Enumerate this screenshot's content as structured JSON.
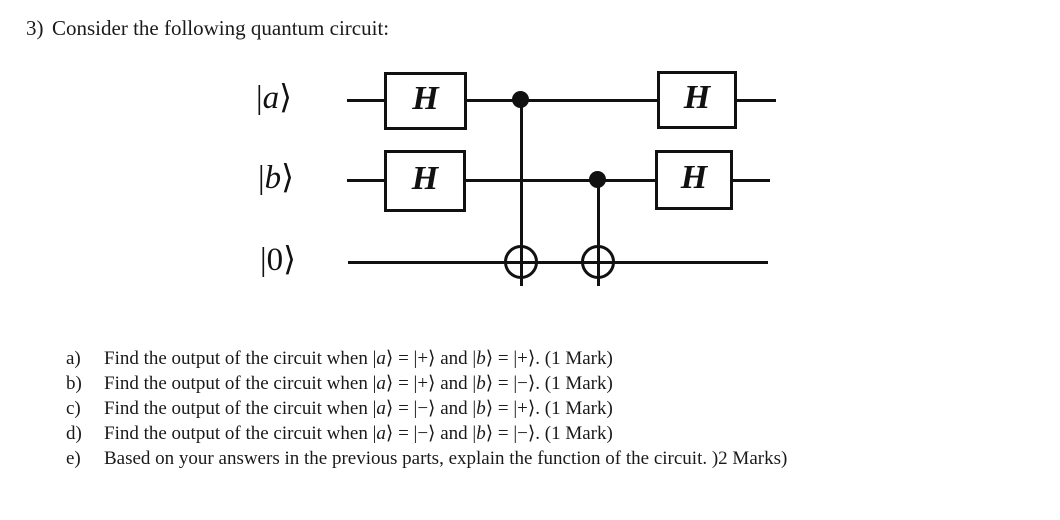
{
  "question": {
    "number": "3)",
    "prompt": "Consider the following quantum circuit:"
  },
  "circuit": {
    "wires": [
      {
        "label_ket": "|a⟩",
        "label_symbol": "a",
        "name": "wire-a"
      },
      {
        "label_ket": "|b⟩",
        "label_symbol": "b",
        "name": "wire-b"
      },
      {
        "label_ket": "|0⟩",
        "label_symbol": "0",
        "name": "wire-ancilla"
      }
    ],
    "gates": {
      "h_label": "H",
      "hadamards": [
        {
          "wire": "a",
          "position": "left"
        },
        {
          "wire": "b",
          "position": "left"
        },
        {
          "wire": "a",
          "position": "right"
        },
        {
          "wire": "b",
          "position": "right"
        }
      ],
      "cnots": [
        {
          "control_wire": "a",
          "target_wire": "0"
        },
        {
          "control_wire": "b",
          "target_wire": "0"
        }
      ]
    }
  },
  "answers": {
    "items": [
      {
        "letter": "a)",
        "text": "Find the output of the circuit when |a⟩ = |+⟩ and |b⟩ = |+⟩. (1 Mark)"
      },
      {
        "letter": "b)",
        "text": "Find the output of the circuit when |a⟩ = |+⟩ and |b⟩ = |−⟩. (1 Mark)"
      },
      {
        "letter": "c)",
        "text": "Find the output of the circuit when |a⟩ = |−⟩ and |b⟩ = |+⟩. (1 Mark)"
      },
      {
        "letter": "d)",
        "text": "Find the output of the circuit when |a⟩ = |−⟩ and |b⟩ = |−⟩. (1 Mark)"
      },
      {
        "letter": "e)",
        "text": "Based on your answers in the previous parts, explain the function of the circuit. )2 Marks)"
      }
    ]
  },
  "colors": {
    "ink": "#111111",
    "page": "#ffffff"
  }
}
